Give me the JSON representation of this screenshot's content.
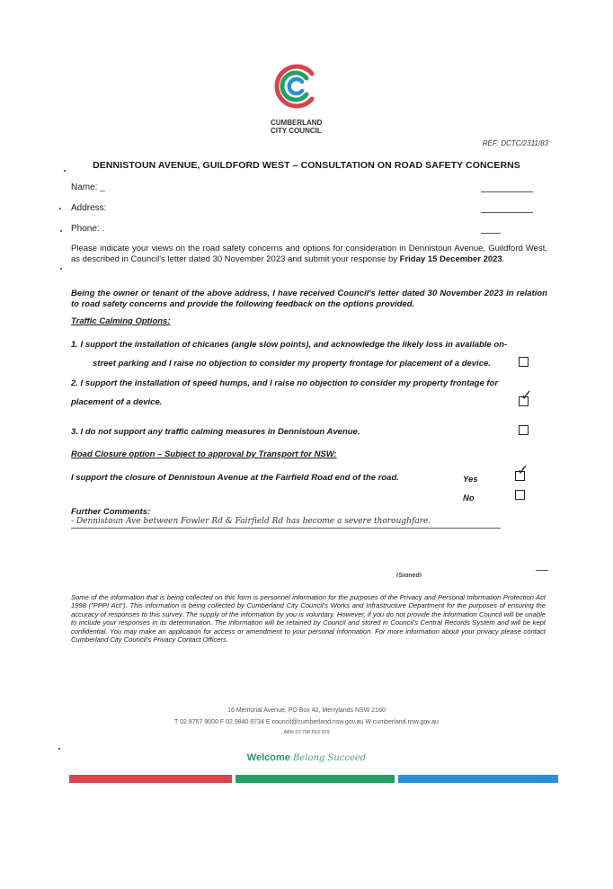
{
  "header": {
    "council_line1": "CUMBERLAND",
    "council_line2": "CITY COUNCIL",
    "ref": "REF: DCTC/2311/83",
    "title": "DENNISTOUN AVENUE, GUILDFORD WEST – CONSULTATION ON ROAD SAFETY CONCERNS"
  },
  "fields": {
    "name_label": "Name:",
    "name_value": "_",
    "address_label": "Address:",
    "phone_label": "Phone:",
    "phone_value": "."
  },
  "intro": {
    "text": "Please indicate your views on the road safety concerns and options for consideration in Dennistoun Avenue, Guildford West, as described in Council's letter dated 30 November 2023 and submit your response by ",
    "deadline": "Friday 15 December 2023",
    "end": "."
  },
  "statement": "Being the owner or tenant of the above address, I have received Council's letter dated 30 November 2023 in relation to road safety concerns and provide the following feedback on the options provided.",
  "traffic_heading": "Traffic Calming Options:",
  "options": [
    {
      "line1": "1.  I support the installation of chicanes (angle slow points), and acknowledge the likely loss in available on-",
      "line2": "street parking and I raise no objection to consider my property frontage for placement of a device.",
      "checked": false
    },
    {
      "line1": "2.  I support the installation of speed humps, and I raise no objection to consider my property frontage for",
      "line2": "placement of a device.",
      "checked": true
    },
    {
      "line1": "3. I do not support any traffic calming measures in Dennistoun Avenue.",
      "checked": false
    }
  ],
  "closure": {
    "heading": "Road Closure option – Subject to approval by Transport for NSW:",
    "statement": "I support the closure of Dennistoun Avenue at the Fairfield Road end of the road.",
    "yes_label": "Yes",
    "no_label": "No",
    "yes_checked": true,
    "no_checked": false
  },
  "comments": {
    "label": "Further Comments:",
    "handwritten": "- Dennistoun Ave between Fowler Rd & Fairfield Rd has become a severe thoroughfare."
  },
  "signed_label": "(Signed)",
  "privacy": "Some of the information that is being collected on this form is personnel information for the purposes of the Privacy and Personal Information Protection Act 1998 (\"PPPI Act\"). This information is being collected by Cumberland City Council's Works and Infrastructure Department for the purposes of ensuring the accuracy of responses to this survey. The supply of the information by you is voluntary. However, if you do not provide the information Council will be unable to include your responses in its determination. The information will be retained by Council and stored in Council's Central Records System and will be kept confidential. You may make an application for access or amendment to your personal information. For more information about your privacy please contact Cumberland City Council's Privacy Contact Officers.",
  "footer": {
    "address": "16 Memorial Avenue, PO Box 42, Merrylands NSW 2160",
    "contacts": "T 02 8757 9000    F 02 9840 9734    E council@cumberland.nsw.gov.au    W cumberland.nsw.gov.au",
    "abn": "ABN 22 798 563 329",
    "slogan_welcome": "Welcome",
    "slogan_rest": "Belong Succeed"
  },
  "colors": {
    "bar_red": "#d9434f",
    "bar_green": "#25a062",
    "bar_blue": "#2a8fd6",
    "logo_red": "#d9434f",
    "logo_green": "#2aa36a",
    "logo_blue": "#2a8fd6"
  },
  "icons": [
    "council-logo-icon",
    "checkbox-icon",
    "checkmark-icon"
  ]
}
